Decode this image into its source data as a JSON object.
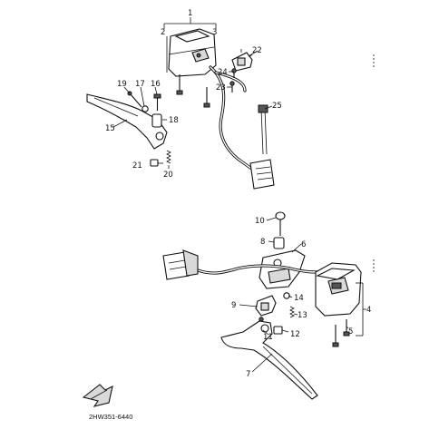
{
  "title": "",
  "catalog_code": "2HW351-6440",
  "labels": {
    "p1": "1",
    "p2": "2",
    "p3": "3",
    "p4": "4",
    "p5": "5",
    "p6": "6",
    "p7": "7",
    "p8": "8",
    "p9": "9",
    "p10": "10",
    "p11": "11",
    "p12": "12",
    "p13": "13",
    "p14": "14",
    "p15": "15",
    "p16": "16",
    "p17": "17",
    "p18": "18",
    "p19": "19",
    "p20": "20",
    "p21": "21",
    "p22": "22",
    "p23": "23",
    "p24": "24",
    "p25": "25"
  },
  "front_arrow_icon": "front-arrow-icon",
  "colors": {
    "line": "#111111",
    "background": "#ffffff"
  }
}
